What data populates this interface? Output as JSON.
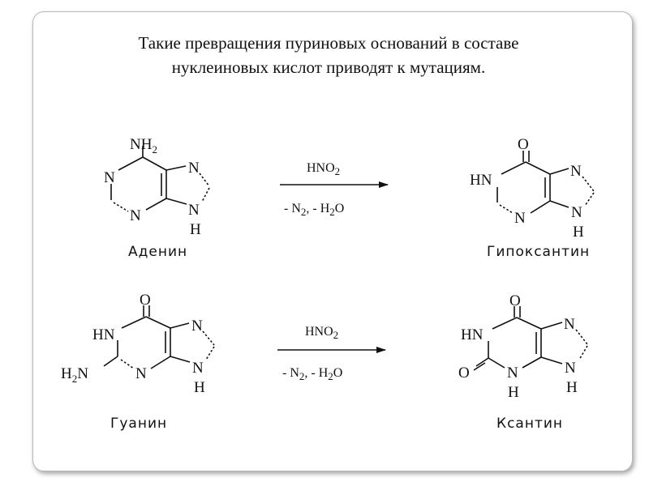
{
  "slide": {
    "title_line1": "Такие превращения пуриновых оснований в составе",
    "title_line2": "нуклеиновых кислот приводят к мутациям."
  },
  "atoms": {
    "N": "N",
    "H": "H",
    "O": "O",
    "NH": "NH",
    "HN": "HN",
    "NH2": "NH",
    "H2N_H": "H",
    "H2N_N": "N",
    "sub2": "2"
  },
  "reactions": [
    {
      "reactant": "Аденин",
      "product": "Гипоксантин",
      "reagent_above": "HNO",
      "reagent_above_sub": "2",
      "reagent_below_a": "- N",
      "reagent_below_a_sub": "2",
      "reagent_below_b": ", - H",
      "reagent_below_b_sub": "2",
      "reagent_below_c": "O"
    },
    {
      "reactant": "Гуанин",
      "product": "Ксантин",
      "reagent_above": "HNO",
      "reagent_above_sub": "2",
      "reagent_below_a": "- N",
      "reagent_below_a_sub": "2",
      "reagent_below_b": ", - H",
      "reagent_below_b_sub": "2",
      "reagent_below_c": "O"
    }
  ]
}
